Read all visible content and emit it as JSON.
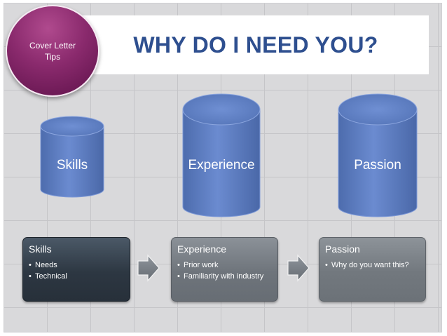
{
  "badge": {
    "line1": "Cover Letter",
    "line2": "Tips"
  },
  "title": "WHY DO I NEED YOU?",
  "cylinders": [
    {
      "label": "Skills"
    },
    {
      "label": "Experience"
    },
    {
      "label": "Passion"
    }
  ],
  "boxes": [
    {
      "header": "Skills",
      "bullets": [
        "Needs",
        "Technical"
      ]
    },
    {
      "header": "Experience",
      "bullets": [
        "Prior work",
        "Familiarity with industry"
      ]
    },
    {
      "header": "Passion",
      "bullets": [
        "Why do you want this?"
      ]
    }
  ],
  "colors": {
    "title": "#2e4f8f",
    "cylinder": "#5b7cc1",
    "badge": "#8a2a6d"
  }
}
